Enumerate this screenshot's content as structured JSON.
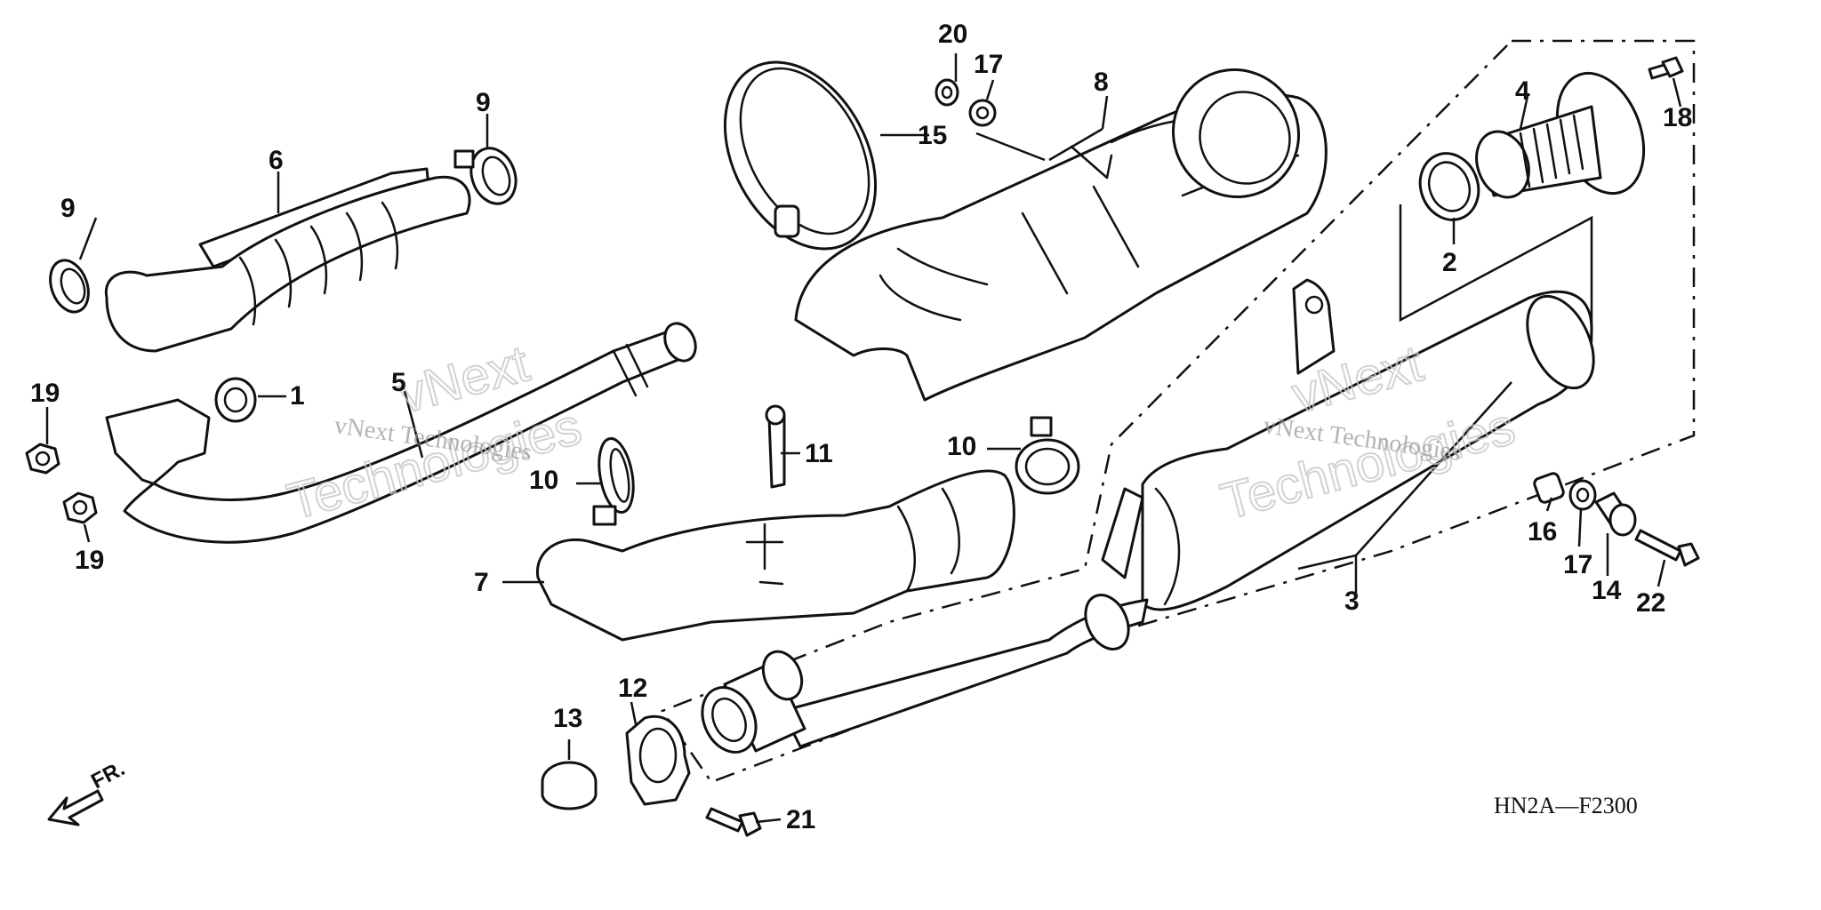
{
  "diagram": {
    "callouts": {
      "p1": "1",
      "p2": "2",
      "p3": "3",
      "p4": "4",
      "p5": "5",
      "p6": "6",
      "p7": "7",
      "p8": "8",
      "p9a": "9",
      "p9b": "9",
      "p10a": "10",
      "p10b": "10",
      "p11": "11",
      "p12": "12",
      "p13": "13",
      "p14": "14",
      "p15": "15",
      "p16": "16",
      "p17a": "17",
      "p17b": "17",
      "p18": "18",
      "p19a": "19",
      "p19b": "19",
      "p20": "20",
      "p21": "21",
      "p22": "22"
    },
    "diagram_code": "HN2A—F2300",
    "direction_label": "FR.",
    "watermarks": {
      "line1_small": "vNext Technologies",
      "line1_big_a": "vNext",
      "line1_big_b": "Technologies",
      "line2_small": "vNext Technologies",
      "line2_big_a": "vNext",
      "line2_big_b": "Technologies"
    }
  }
}
